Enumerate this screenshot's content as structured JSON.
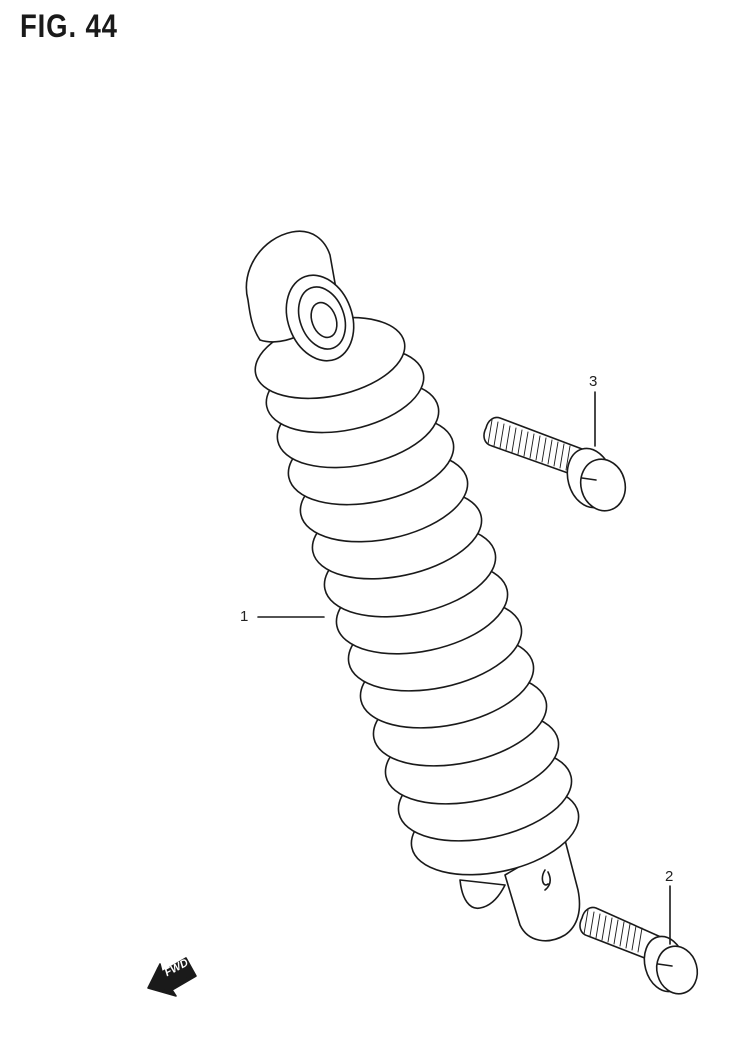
{
  "figure": {
    "title": "FIG. 44"
  },
  "parts": [
    {
      "ref": "1",
      "name": "shock-absorber"
    },
    {
      "ref": "2",
      "name": "lower-mounting-bolt"
    },
    {
      "ref": "3",
      "name": "upper-mounting-bolt"
    }
  ],
  "direction_indicator": {
    "label": "FWD",
    "icon": "arrow-left-down-icon"
  },
  "colors": {
    "line": "#1a1a1a",
    "background": "#ffffff"
  }
}
